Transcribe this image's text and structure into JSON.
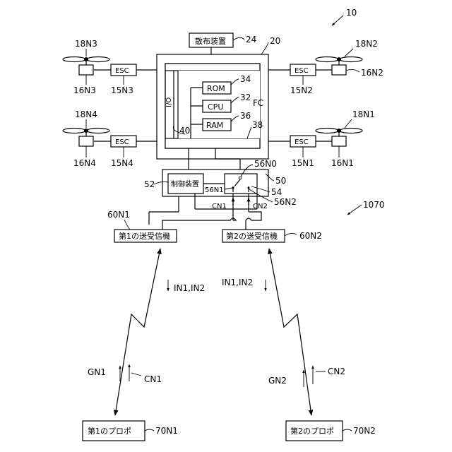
{
  "figure": {
    "ref_main": "10",
    "ref_system": "1070",
    "spreader": {
      "label": "散布装置",
      "ref": "24"
    },
    "frame_ref": "20",
    "fc": {
      "label": "FC",
      "rom": "ROM",
      "cpu": "CPU",
      "ram": "RAM",
      "ref_rom": "34",
      "ref_cpu": "32",
      "ref_ram": "36",
      "ref_io": "40",
      "io": "I/O",
      "ref_bus": "38"
    },
    "esc_label": "ESC",
    "rotors": {
      "n1": {
        "prop": "18N1",
        "motor": "16N1",
        "esc": "15N1"
      },
      "n2": {
        "prop": "18N2",
        "motor": "16N2",
        "esc": "15N2"
      },
      "n3": {
        "prop": "18N3",
        "motor": "16N3",
        "esc": "15N3"
      },
      "n4": {
        "prop": "18N4",
        "motor": "16N4",
        "esc": "15N4"
      }
    },
    "unit": {
      "ref": "50",
      "controller": "制御装置",
      "ref_controller": "52",
      "ref_switch": "54",
      "ref_sw0": "56N0",
      "ref_sw1": "56N1",
      "ref_sw2": "56N2",
      "cn1": "CN1",
      "cn2": "CN2"
    },
    "transceiver1": {
      "label": "第1の送受信機",
      "ref": "60N1"
    },
    "transceiver2": {
      "label": "第2の送受信機",
      "ref": "60N2"
    },
    "link1": {
      "down": "IN1,IN2",
      "gn": "GN1",
      "cn": "CN1"
    },
    "link2": {
      "down": "IN1,IN2",
      "gn": "GN2",
      "cn": "CN2"
    },
    "propo1": {
      "label": "第1のプロポ",
      "ref": "70N1"
    },
    "propo2": {
      "label": "第2のプロポ",
      "ref": "70N2"
    }
  }
}
